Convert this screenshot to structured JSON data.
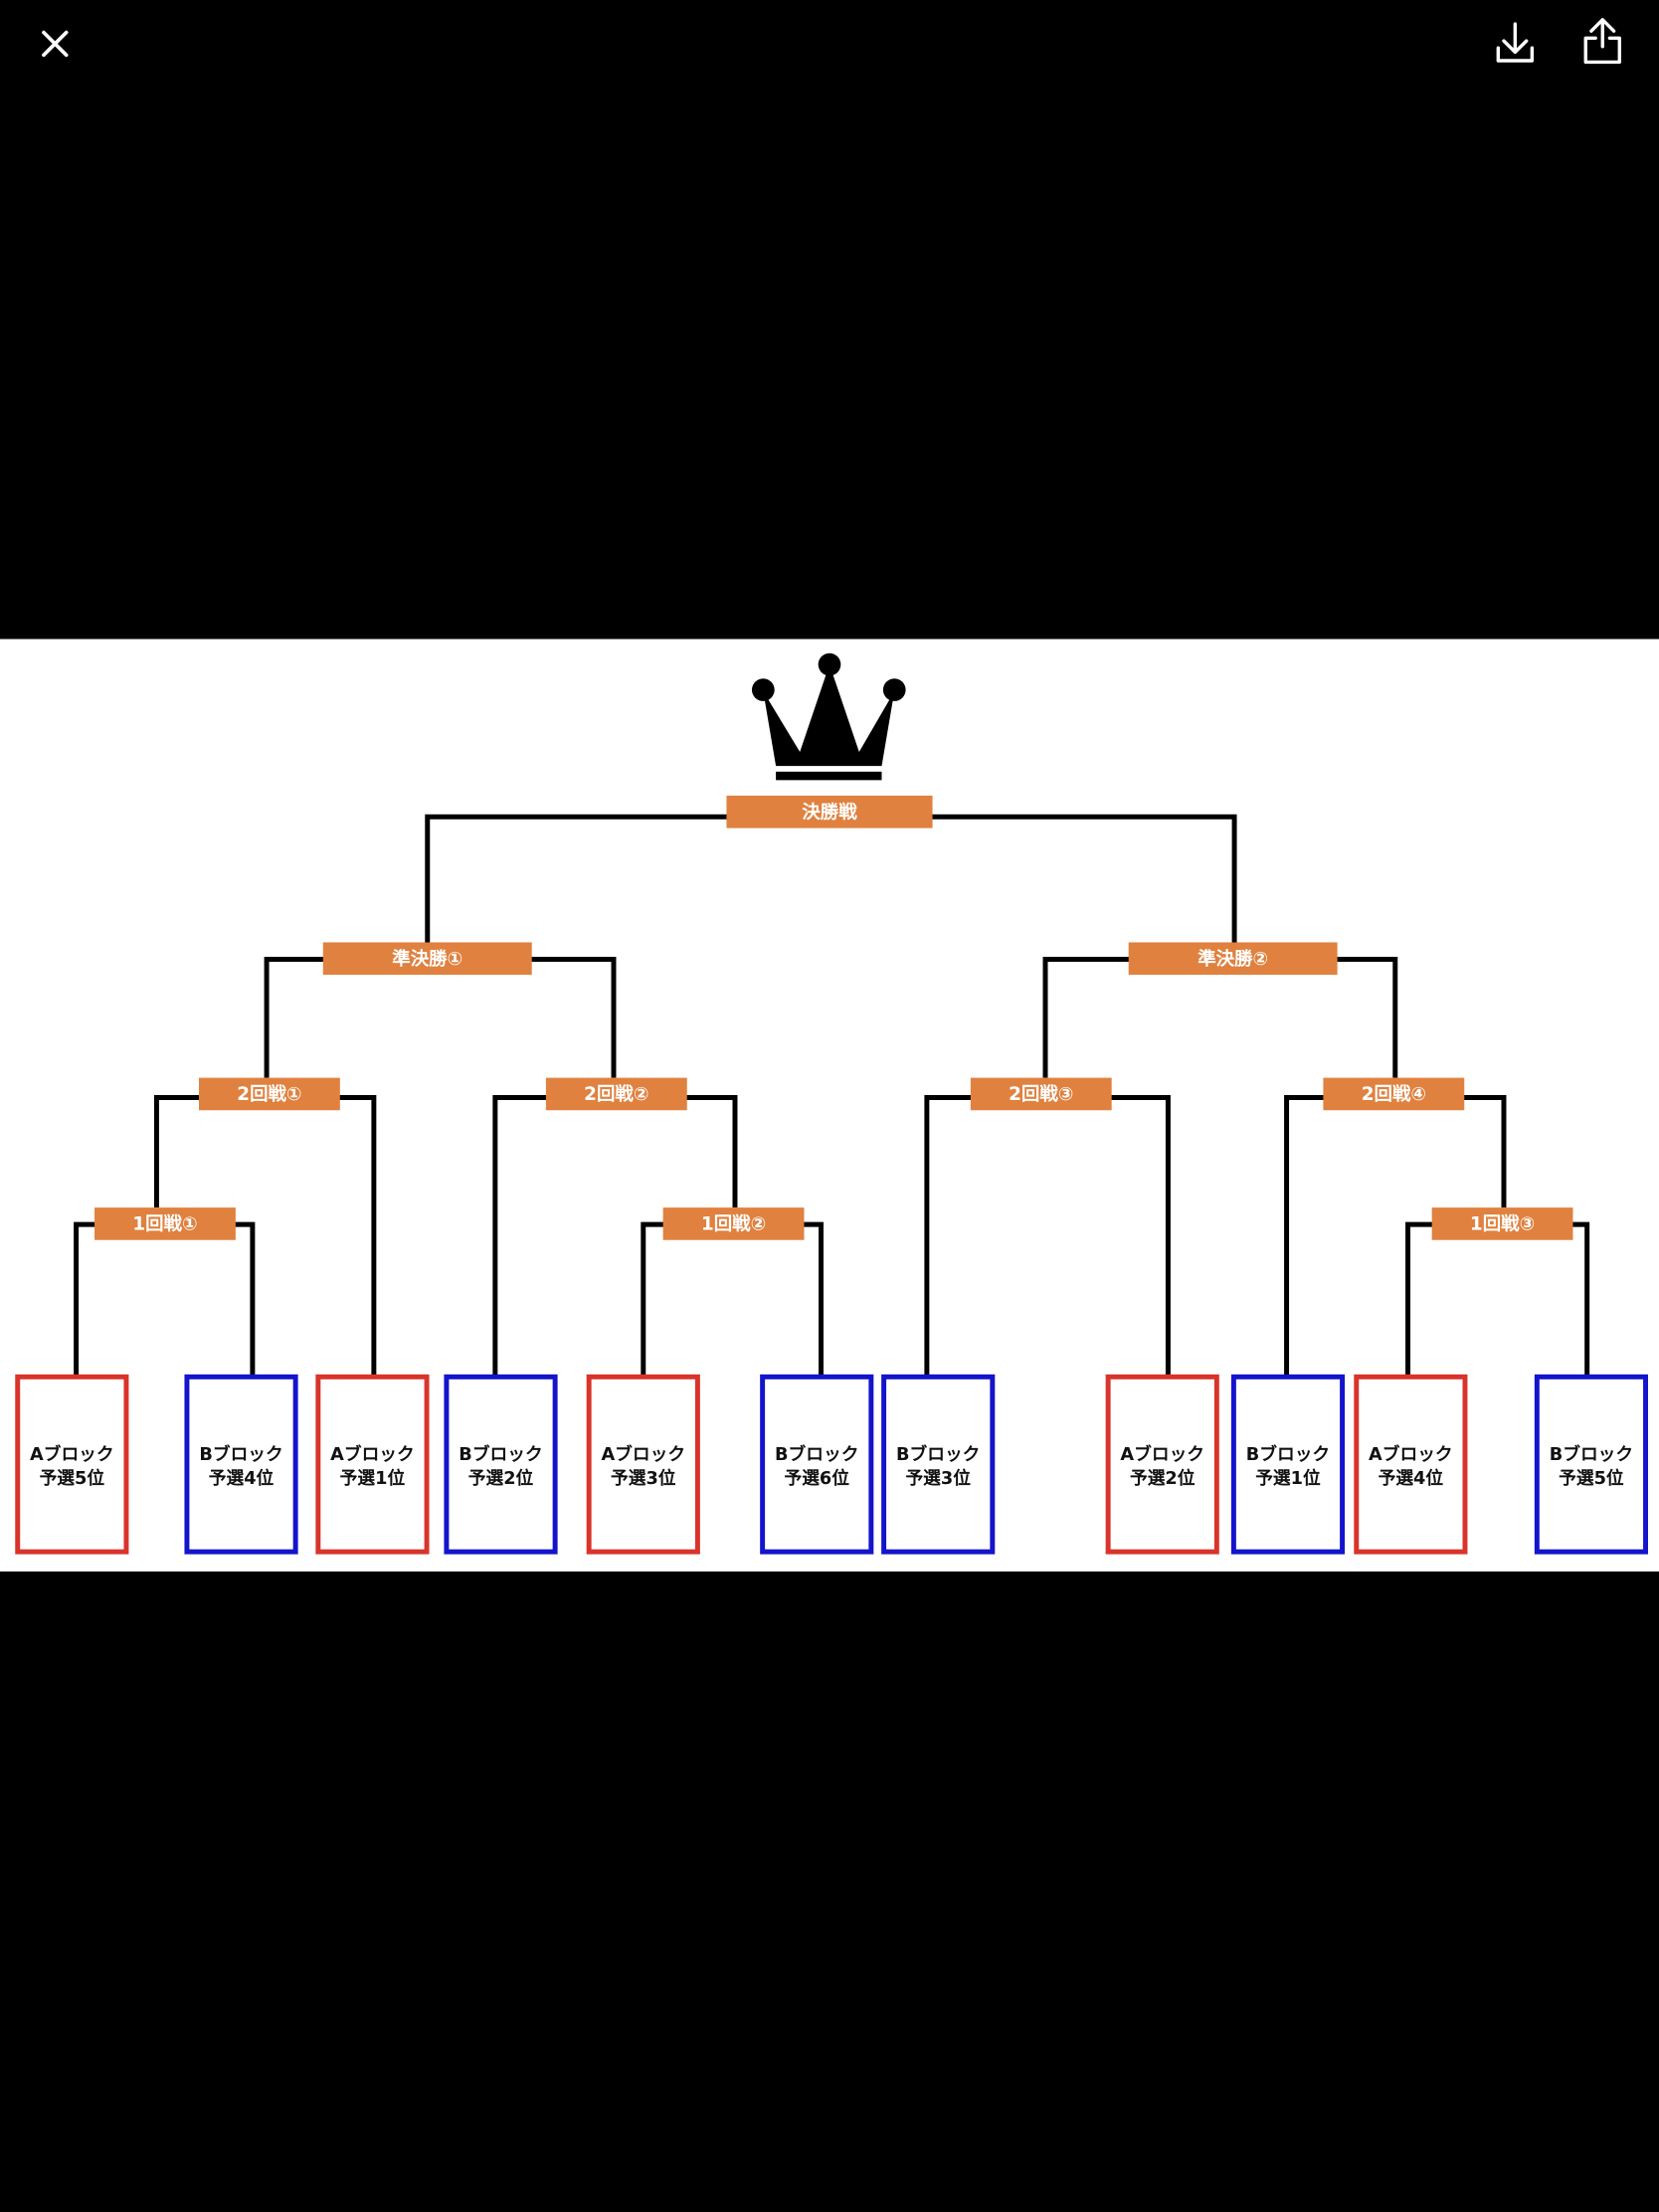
{
  "toolbar": {
    "close": "close-icon",
    "download": "download-icon",
    "share": "share-icon"
  },
  "colors": {
    "orange": "#e0813f",
    "a_block": "#d9342b",
    "b_block": "#1414cc"
  },
  "bracket": {
    "final": "決勝戦",
    "semis": [
      "準決勝①",
      "準決勝②"
    ],
    "round2": [
      "2回戦①",
      "2回戦②",
      "2回戦③",
      "2回戦④"
    ],
    "round1": [
      "1回戦①",
      "1回戦②",
      "1回戦③"
    ],
    "teams": [
      {
        "block": "Aブロック",
        "rank": "予選5位",
        "group": "A"
      },
      {
        "block": "Bブロック",
        "rank": "予選4位",
        "group": "B"
      },
      {
        "block": "Aブロック",
        "rank": "予選1位",
        "group": "A"
      },
      {
        "block": "Bブロック",
        "rank": "予選2位",
        "group": "B"
      },
      {
        "block": "Aブロック",
        "rank": "予選3位",
        "group": "A"
      },
      {
        "block": "Bブロック",
        "rank": "予選6位",
        "group": "B"
      },
      {
        "block": "Bブロック",
        "rank": "予選3位",
        "group": "B"
      },
      {
        "block": "Aブロック",
        "rank": "予選2位",
        "group": "A"
      },
      {
        "block": "Bブロック",
        "rank": "予選1位",
        "group": "B"
      },
      {
        "block": "Aブロック",
        "rank": "予選4位",
        "group": "A"
      },
      {
        "block": "Bブロック",
        "rank": "予選5位",
        "group": "B"
      }
    ]
  }
}
